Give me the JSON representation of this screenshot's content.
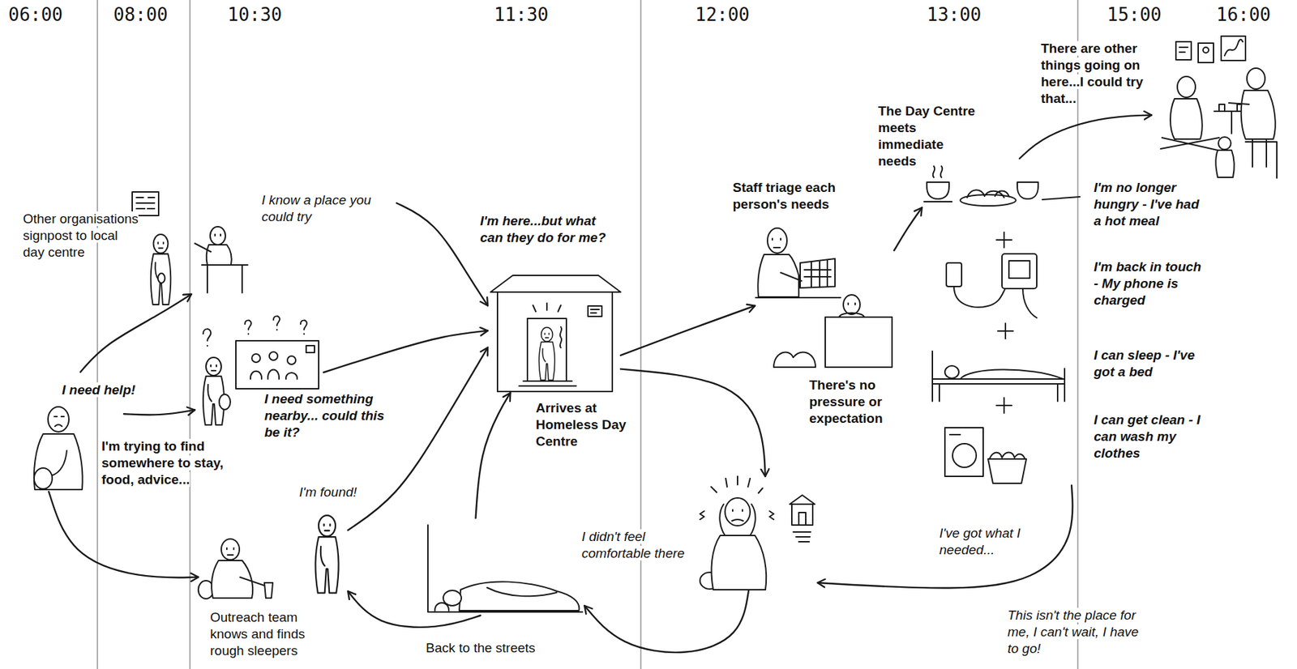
{
  "diagram": {
    "nodes": [
      {
        "text": [
          "I need help!",
          "I'm trying to find somewhere to stay, food, advice..."
        ]
      },
      {
        "text": [
          "Other organisations signpost to local day centre",
          "I know a place you could try"
        ]
      },
      {
        "text": [
          "I need something nearby... could this be it?"
        ]
      },
      {
        "text": [
          "I'm found!",
          "Outreach team knows and finds rough sleepers"
        ]
      },
      {
        "text": [
          "I'm here...but what can they do for me?",
          "Arrives at Homeless Day Centre"
        ]
      },
      {
        "text": [
          "Staff triage each person's needs",
          "There's no pressure or expectation"
        ]
      },
      {
        "text": [
          "The Day Centre meets immediate needs",
          "I'm no longer hungry - I've had a hot meal",
          "I'm back in touch - My phone is charged",
          "I can sleep - I've got a bed",
          "I can get clean - I can wash my clothes"
        ]
      },
      {
        "text": [
          "There are other things going on here...I could try that..."
        ]
      },
      {
        "text": [
          "This isn't the place for me, I can't wait, I have to go!"
        ]
      },
      {
        "text": [
          "Back to the streets"
        ]
      }
    ],
    "edges": [
      {
        "from": 0,
        "to": 1,
        "arrow": "to"
      },
      {
        "from": 0,
        "to": 2,
        "arrow": "to"
      },
      {
        "from": 0,
        "to": 3,
        "arrow": "to"
      },
      {
        "from": 1,
        "to": 4,
        "arrow": "to"
      },
      {
        "from": 2,
        "to": 4,
        "arrow": "to"
      },
      {
        "from": 3,
        "to": 4,
        "arrow": "to"
      },
      {
        "from": 9,
        "to": 4,
        "arrow": "to"
      },
      {
        "from": 4,
        "to": 5,
        "arrow": "to"
      },
      {
        "from": 4,
        "to": 8,
        "label": "I didn't feel comfortable there",
        "arrow": "to"
      },
      {
        "from": 5,
        "to": 6,
        "arrow": "to"
      },
      {
        "from": 6,
        "to": 7,
        "arrow": "to"
      },
      {
        "from": 6,
        "to": 8,
        "label": "I've got what I needed...",
        "arrow": "to"
      },
      {
        "from": 8,
        "to": 9,
        "arrow": "to"
      },
      {
        "from": 9,
        "to": 3,
        "arrow": "to"
      }
    ],
    "labels": [
      "06:00",
      "08:00",
      "10:30",
      "11:30",
      "12:00",
      "13:00",
      "15:00",
      "16:00"
    ]
  }
}
